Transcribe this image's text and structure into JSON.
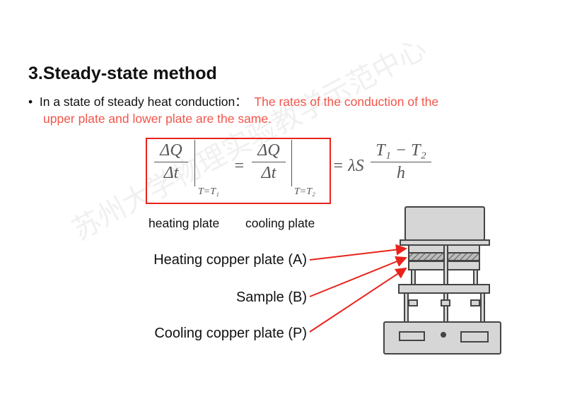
{
  "title": "3.Steady-state method",
  "bullet": {
    "marker": "•",
    "lead": "In a state of steady heat conduction：",
    "highlight_line1": "The rates of the conduction of the",
    "highlight_line2": "upper plate and lower plate are the same."
  },
  "equation": {
    "num": "ΔQ",
    "den": "Δt",
    "sub1": "T=T₁",
    "sub2": "T=T₂",
    "eq": "=",
    "rhs_eq": "= λS",
    "rhs_num": "T₁ − T₂",
    "rhs_den": "h"
  },
  "plate_labels": {
    "heating": "heating plate",
    "cooling": "cooling plate"
  },
  "diagram_labels": {
    "a": "Heating copper plate (A)",
    "b": "Sample (B)",
    "p": "Cooling copper plate (P)"
  },
  "watermark": "苏州大学物理实验教学示范中心",
  "colors": {
    "highlight": "#f2554a",
    "box": "#e8231c",
    "arrow": "#e8231c"
  }
}
